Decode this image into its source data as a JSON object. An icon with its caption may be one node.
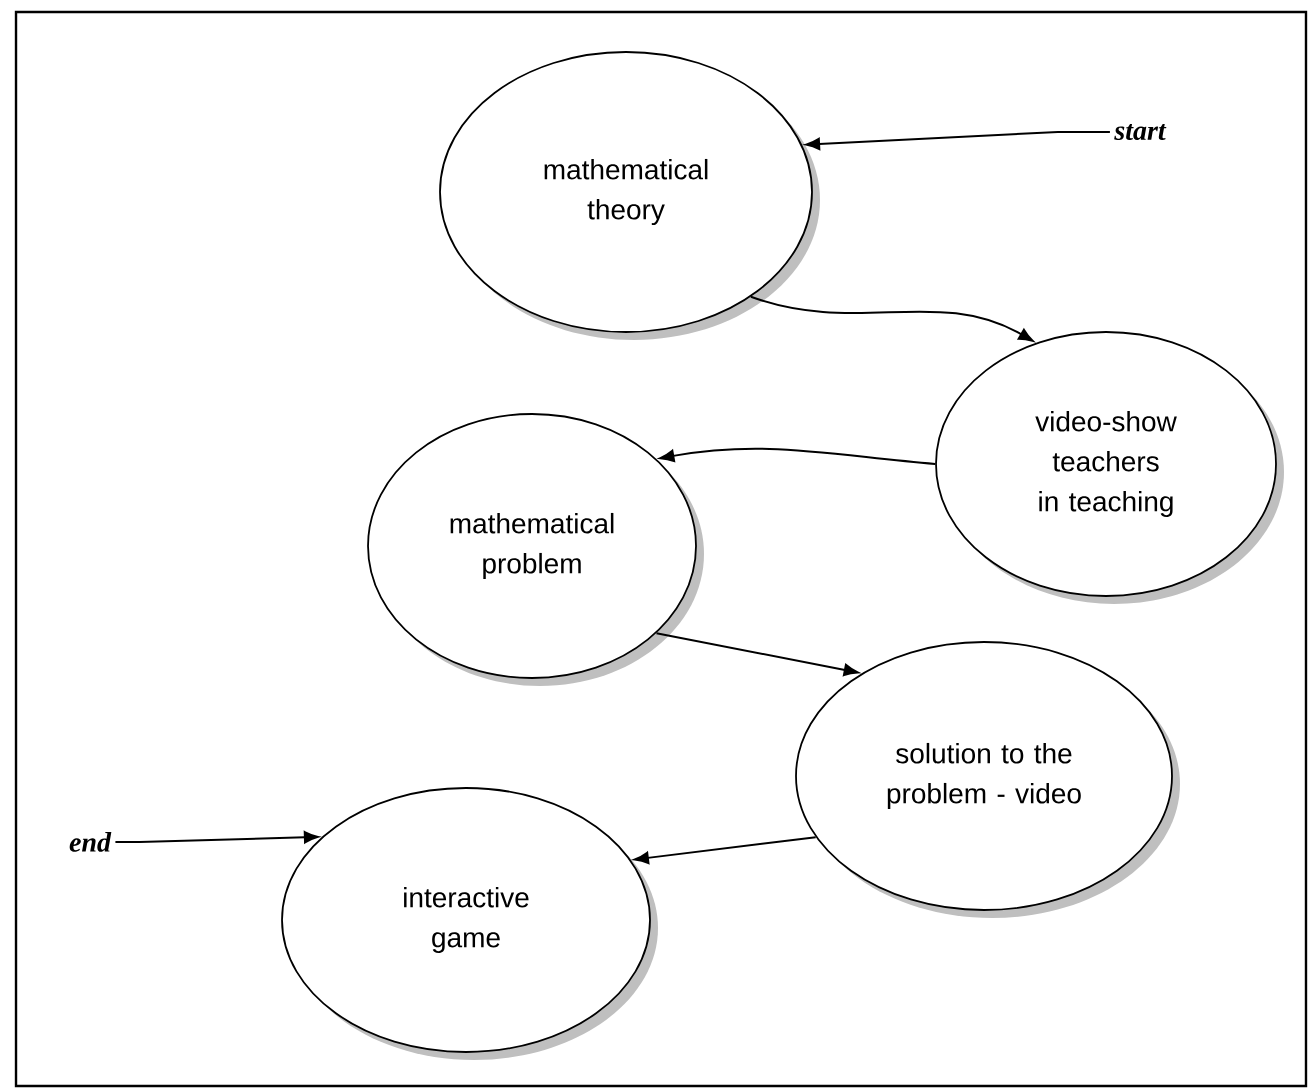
{
  "diagram": {
    "nodes": [
      {
        "text": [
          "mathematical theory"
        ]
      },
      {
        "text": [
          "start"
        ]
      },
      {
        "text": [
          "video-show teachers in teaching"
        ]
      },
      {
        "text": [
          "mathematical problem"
        ]
      },
      {
        "text": [
          "solution to the problem - video"
        ]
      },
      {
        "text": [
          "end"
        ]
      },
      {
        "text": [
          "interactive game"
        ]
      }
    ],
    "edges": [
      {
        "from": 1,
        "to": 0,
        "arrow": "to"
      },
      {
        "from": 0,
        "to": 2,
        "arrow": "to"
      },
      {
        "from": 2,
        "to": 3,
        "arrow": "to"
      },
      {
        "from": 3,
        "to": 4,
        "arrow": "to"
      },
      {
        "from": 4,
        "to": 6,
        "arrow": "to"
      },
      {
        "from": 5,
        "to": 6,
        "arrow": "to"
      }
    ]
  }
}
